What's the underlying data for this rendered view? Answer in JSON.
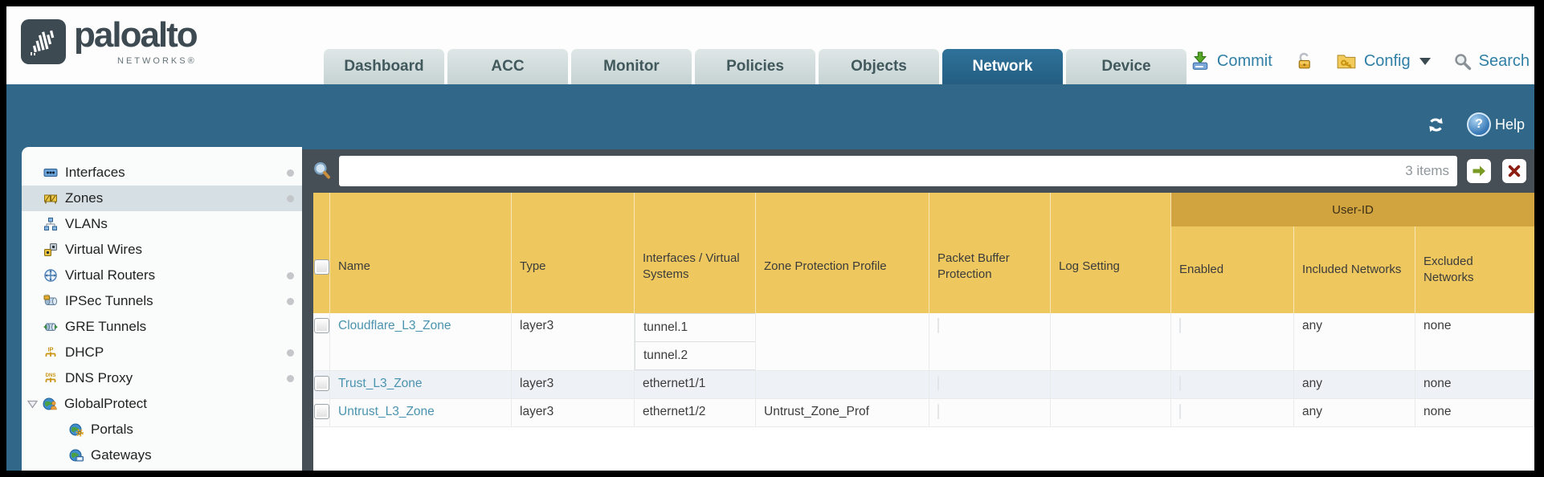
{
  "brand": {
    "name": "paloalto",
    "subtitle": "NETWORKS®"
  },
  "nav": {
    "tabs": [
      {
        "label": "Dashboard"
      },
      {
        "label": "ACC"
      },
      {
        "label": "Monitor"
      },
      {
        "label": "Policies"
      },
      {
        "label": "Objects"
      },
      {
        "label": "Network",
        "active": true
      },
      {
        "label": "Device"
      }
    ],
    "actions": {
      "commit": "Commit",
      "config": "Config",
      "search": "Search"
    }
  },
  "toolbar": {
    "help_label": "Help"
  },
  "sidebar": {
    "items": [
      {
        "label": "Interfaces",
        "icon": "interfaces-icon",
        "dot": true
      },
      {
        "label": "Zones",
        "icon": "zones-icon",
        "selected": true,
        "dot": true
      },
      {
        "label": "VLANs",
        "icon": "vlans-icon"
      },
      {
        "label": "Virtual Wires",
        "icon": "virtual-wires-icon"
      },
      {
        "label": "Virtual Routers",
        "icon": "virtual-routers-icon",
        "dot": true
      },
      {
        "label": "IPSec Tunnels",
        "icon": "ipsec-tunnels-icon",
        "dot": true
      },
      {
        "label": "GRE Tunnels",
        "icon": "gre-tunnels-icon"
      },
      {
        "label": "DHCP",
        "icon": "dhcp-icon",
        "dot": true
      },
      {
        "label": "DNS Proxy",
        "icon": "dns-proxy-icon",
        "dot": true
      },
      {
        "label": "GlobalProtect",
        "icon": "globalprotect-icon",
        "expanded": true
      },
      {
        "label": "Portals",
        "icon": "portals-icon",
        "child": true
      },
      {
        "label": "Gateways",
        "icon": "gateways-icon",
        "child": true
      }
    ]
  },
  "filter": {
    "value": "",
    "count": "3 items"
  },
  "table": {
    "group_header": "User-ID",
    "headers": {
      "name": "Name",
      "type": "Type",
      "interfaces": "Interfaces / Virtual Systems",
      "zone_protection_profile": "Zone Protection Profile",
      "packet_buffer_protection": "Packet Buffer Protection",
      "log_setting": "Log Setting",
      "enabled": "Enabled",
      "included_networks": "Included Networks",
      "excluded_networks": "Excluded Networks"
    },
    "rows": [
      {
        "selected": false,
        "name": "Cloudflare_L3_Zone",
        "type": "layer3",
        "interfaces": [
          "tunnel.1",
          "tunnel.2"
        ],
        "zone_protection_profile": "",
        "packet_buffer_protection": false,
        "log_setting": "",
        "user_id_enabled": false,
        "included_networks": "any",
        "excluded_networks": "none"
      },
      {
        "selected": false,
        "name": "Trust_L3_Zone",
        "type": "layer3",
        "interfaces": [
          "ethernet1/1"
        ],
        "zone_protection_profile": "",
        "packet_buffer_protection": false,
        "log_setting": "",
        "user_id_enabled": false,
        "included_networks": "any",
        "excluded_networks": "none"
      },
      {
        "selected": false,
        "name": "Untrust_L3_Zone",
        "type": "layer3",
        "interfaces": [
          "ethernet1/2"
        ],
        "zone_protection_profile": "Untrust_Zone_Prof",
        "packet_buffer_protection": false,
        "log_setting": "",
        "user_id_enabled": false,
        "included_networks": "any",
        "excluded_networks": "none"
      }
    ]
  },
  "colors": {
    "accent_teal": "#31688a",
    "active_tab": "#2a6486",
    "header_gold": "#eec85f",
    "group_band_gold": "#d2a440",
    "toolbar_slate": "#474f56",
    "link": "#4a93af"
  }
}
